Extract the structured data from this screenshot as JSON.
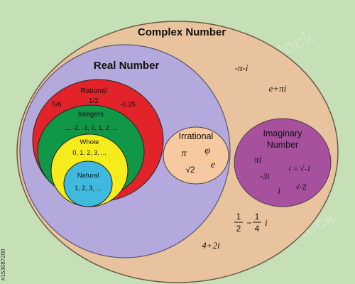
{
  "colors": {
    "background": "#c5e0b6",
    "complex": "#e8c39e",
    "real": "#b4a9dc",
    "rational": "#e2232a",
    "integers": "#109848",
    "whole": "#f6ec1d",
    "natural": "#3fb9dd",
    "irrational": "#f7c9a0",
    "imaginary": "#a6509e"
  },
  "labels": {
    "complex": "Complex Number",
    "real": "Real Number",
    "rational": "Rational",
    "integers": "Integers",
    "whole": "Whole",
    "natural": "Natural",
    "irrational": "Irrational",
    "imaginary_line1": "Imaginary",
    "imaginary_line2": "Number"
  },
  "examples": {
    "complex": {
      "neg_pi_i": "-π-i",
      "e_plus_pi_i": "e+πi",
      "frac_a_num": "1",
      "frac_a_den": "2",
      "minus": "−",
      "frac_b_num": "1",
      "frac_b_den": "4",
      "i_suffix": "i",
      "four_plus_2i": "4+2i"
    },
    "rational": {
      "half": "1/2",
      "five_sixths": "5/6",
      "neg_quarter": "-0.25"
    },
    "integers": "..., -2, -1, 0, 1, 2, ...",
    "whole": "0, 1, 2, 3, ...",
    "natural": "1, 2, 3, ...",
    "irrational": {
      "pi": "π",
      "phi": "φ",
      "sqrt2": "√2",
      "e": "e"
    },
    "imaginary": {
      "pi_i": "πi",
      "neg_3i": "-3i",
      "i_def": "i = √-1",
      "i": "i",
      "sqrt_neg2": "√-2"
    }
  },
  "watermark": "Adobe Stock",
  "stock_id": "#153087200"
}
